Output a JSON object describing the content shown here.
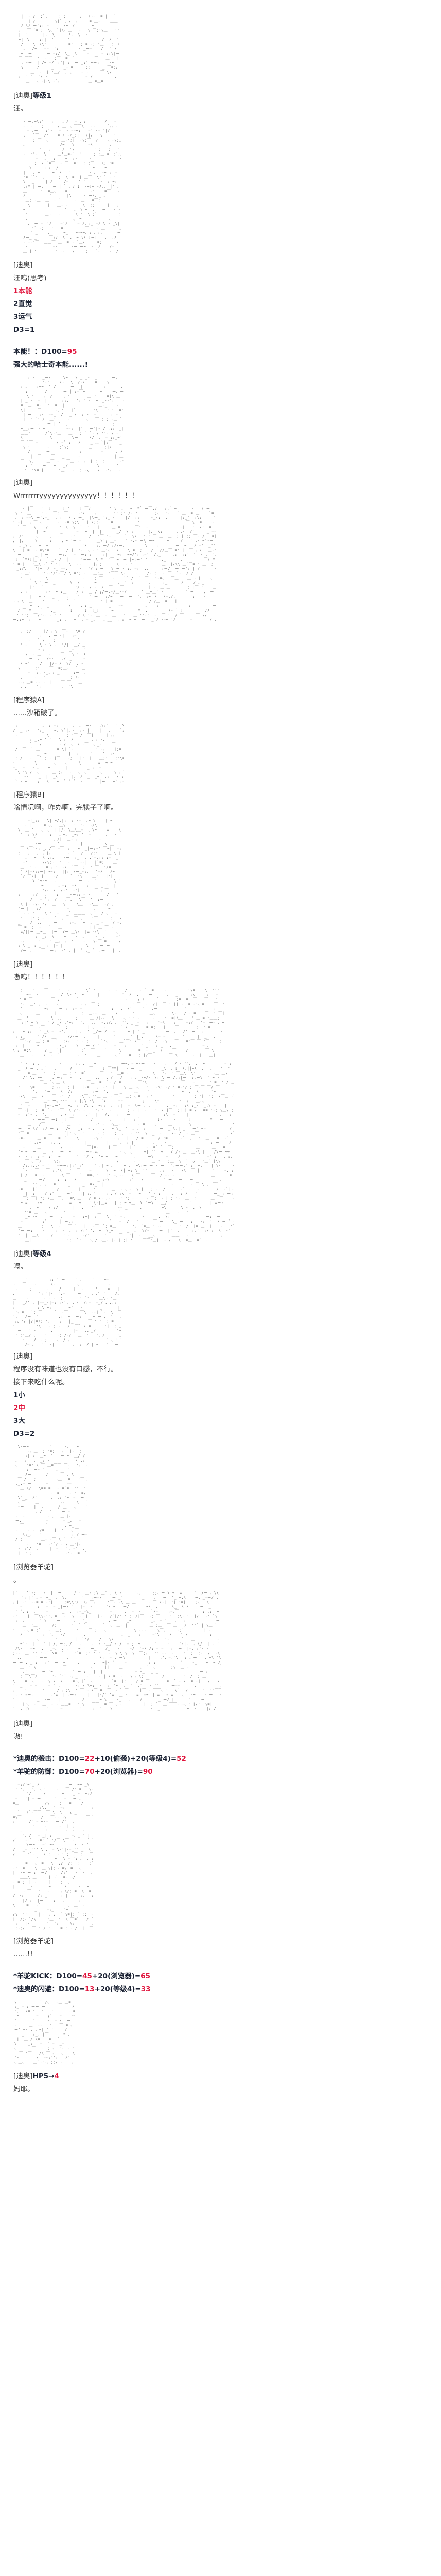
{
  "colors": {
    "highlight": "#e0143c",
    "text": "#3a3a3a",
    "bold": "#1b2233"
  },
  "s1": {
    "speaker": "[迪奥]",
    "level": "等级1",
    "line": "汪。"
  },
  "s2": {
    "speaker": "[迪奥]",
    "line": "汪呜(思考)",
    "options": [
      "1本能",
      "2直觉",
      "3运气"
    ],
    "roll": "D3=1",
    "result_label": "本能！：D100=",
    "result_value": "95",
    "result_text": "强大的哈士奇本能......!"
  },
  "s3": {
    "speaker": "[迪奥]",
    "line": "Wrrrrrrryyyyyyyyyyyyyy！！！！！！"
  },
  "s4": {
    "speaker": "[程序猿A]",
    "line": "......沙箱破了。"
  },
  "s5": {
    "speaker": "[程序猿B]",
    "line": "啥情况啊，咋办啊，完犊子了啊。"
  },
  "s6": {
    "speaker": "[迪奥]",
    "line": "嗷呜！！！！！！"
  },
  "s7": {
    "speaker": "[迪奥]",
    "level": "等级4",
    "line": "嗝。"
  },
  "s8": {
    "speaker": "[迪奥]",
    "lines": [
      "程序没有味道也没有口感，不行。",
      "接下来吃什么呢。"
    ],
    "options": [
      "1小",
      "2中",
      "3大"
    ],
    "roll": "D3=2"
  },
  "s9": {
    "speaker": "[浏览器羊驼]",
    "line": "。"
  },
  "s10": {
    "speaker": "[迪奥]",
    "line": "嗷!",
    "rolls": [
      {
        "label": "*迪奥的袭击：D100=",
        "roll": "22",
        "rest": "+10(偷袭)+20(等级4)=",
        "total": "52"
      },
      {
        "label": "*羊驼的防御：D100=",
        "roll": "70",
        "rest": "+20(浏览器)=",
        "total": "90"
      }
    ]
  },
  "s11": {
    "speaker": "[浏览器羊驼]",
    "line": "……!!",
    "rolls": [
      {
        "label": "*羊驼KICK：D100=",
        "roll": "45",
        "rest": "+20(浏览器)=",
        "total": "65"
      },
      {
        "label": "*迪奥的闪避：D100=",
        "roll": "13",
        "rest": "+20(等级4)=",
        "total": "33"
      }
    ]
  },
  "s12": {
    "speaker": "[迪奥]",
    "hp_label": "HP5→",
    "hp_value": "4",
    "line": "妈耶。"
  }
}
